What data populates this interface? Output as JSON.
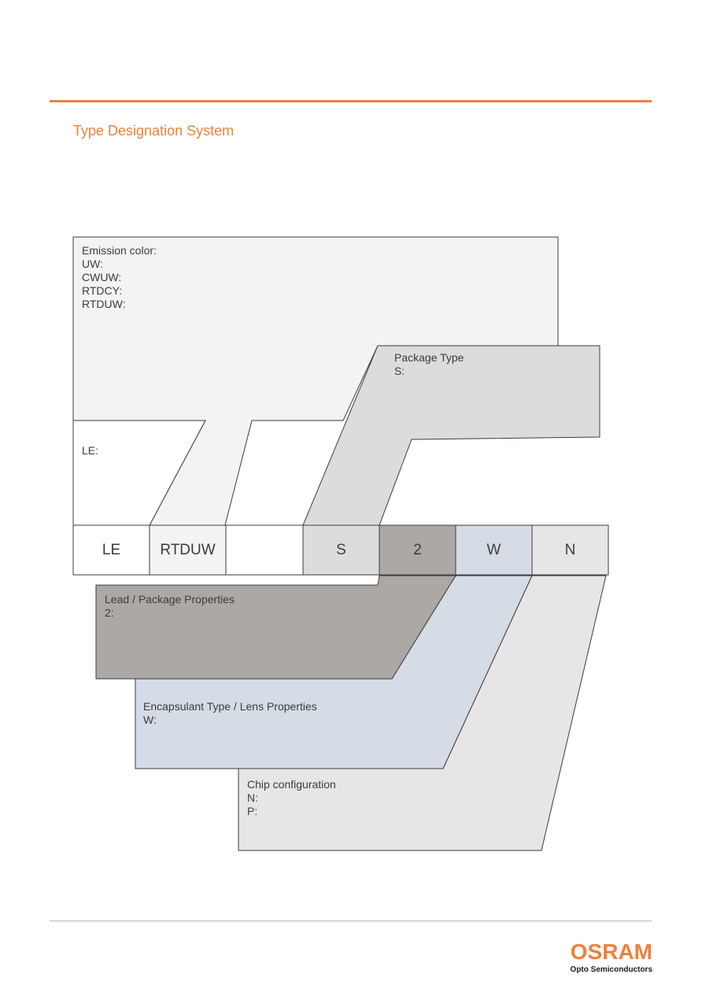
{
  "page": {
    "title": "Type Designation System"
  },
  "emission": {
    "heading": "Emission color:",
    "items": [
      "UW:",
      "CWUW:",
      "RTDCY:",
      "RTDUW:"
    ]
  },
  "le_box": {
    "label": "LE:"
  },
  "package": {
    "heading": "Package Type",
    "items": [
      "S:"
    ]
  },
  "codes": [
    "LE",
    "RTDUW",
    "",
    "S",
    "2",
    "W",
    "N"
  ],
  "lead": {
    "heading": "Lead / Package Properties",
    "items": [
      "2:"
    ]
  },
  "encapsulant": {
    "heading": "Encapsulant Type / Lens Properties",
    "items": [
      "W:"
    ]
  },
  "chip": {
    "heading": "Chip configuration",
    "items": [
      "N:",
      "P:"
    ]
  },
  "logo": {
    "word": "OSRAM",
    "sub": "Opto Semiconductors"
  },
  "colors": {
    "accent": "#f07f3c",
    "emission_fill": "#f2f3f3",
    "package_fill": "#dcdcde",
    "lead_fill": "#aca8a6",
    "encapsulant_fill": "#d5dce6",
    "chip_fill": "#e6e6e6",
    "outline": "#3c3c3c"
  }
}
